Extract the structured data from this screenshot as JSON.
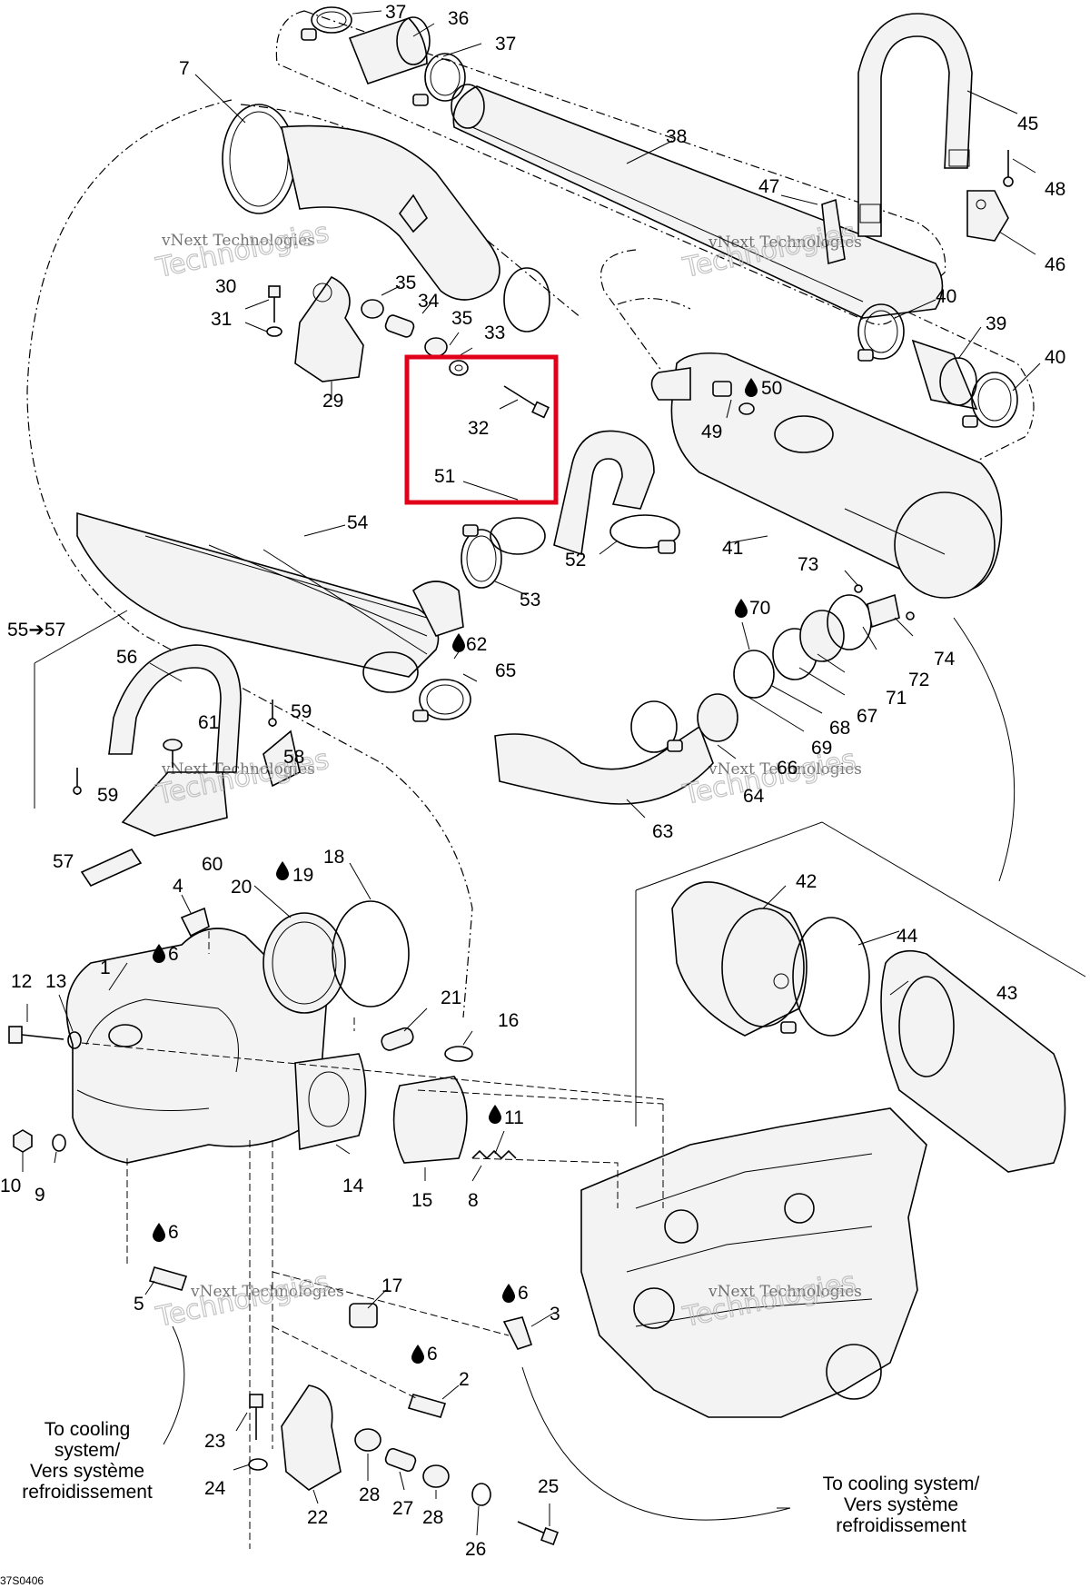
{
  "diagram": {
    "corner_code": "37S0406",
    "watermark_small": "vNext Technologies",
    "watermark_large": "Technologies",
    "labels": [
      {
        "id": "37a",
        "text": "37"
      },
      {
        "id": "36",
        "text": "36"
      },
      {
        "id": "37b",
        "text": "37"
      },
      {
        "id": "7",
        "text": "7"
      },
      {
        "id": "45",
        "text": "45"
      },
      {
        "id": "38",
        "text": "38"
      },
      {
        "id": "47",
        "text": "47"
      },
      {
        "id": "48",
        "text": "48"
      },
      {
        "id": "46",
        "text": "46"
      },
      {
        "id": "30",
        "text": "30"
      },
      {
        "id": "35a",
        "text": "35"
      },
      {
        "id": "34",
        "text": "34"
      },
      {
        "id": "35b",
        "text": "35"
      },
      {
        "id": "33",
        "text": "33"
      },
      {
        "id": "31",
        "text": "31"
      },
      {
        "id": "29",
        "text": "29"
      },
      {
        "id": "40a",
        "text": "40"
      },
      {
        "id": "39",
        "text": "39"
      },
      {
        "id": "40b",
        "text": "40"
      },
      {
        "id": "50",
        "text": "50"
      },
      {
        "id": "49",
        "text": "49"
      },
      {
        "id": "32",
        "text": "32"
      },
      {
        "id": "51",
        "text": "51"
      },
      {
        "id": "54",
        "text": "54"
      },
      {
        "id": "41",
        "text": "41"
      },
      {
        "id": "52",
        "text": "52"
      },
      {
        "id": "73",
        "text": "73"
      },
      {
        "id": "53",
        "text": "53"
      },
      {
        "id": "55-57",
        "text": "55➔57"
      },
      {
        "id": "70",
        "text": "70"
      },
      {
        "id": "74",
        "text": "74"
      },
      {
        "id": "62",
        "text": "62"
      },
      {
        "id": "72",
        "text": "72"
      },
      {
        "id": "56",
        "text": "56"
      },
      {
        "id": "65",
        "text": "65"
      },
      {
        "id": "71",
        "text": "71"
      },
      {
        "id": "67",
        "text": "67"
      },
      {
        "id": "59a",
        "text": "59"
      },
      {
        "id": "68",
        "text": "68"
      },
      {
        "id": "61",
        "text": "61"
      },
      {
        "id": "69",
        "text": "69"
      },
      {
        "id": "58",
        "text": "58"
      },
      {
        "id": "66",
        "text": "66"
      },
      {
        "id": "64",
        "text": "64"
      },
      {
        "id": "59b",
        "text": "59"
      },
      {
        "id": "63",
        "text": "63"
      },
      {
        "id": "57",
        "text": "57"
      },
      {
        "id": "60",
        "text": "60"
      },
      {
        "id": "18",
        "text": "18"
      },
      {
        "id": "19",
        "text": "19"
      },
      {
        "id": "42",
        "text": "42"
      },
      {
        "id": "4",
        "text": "4"
      },
      {
        "id": "20",
        "text": "20"
      },
      {
        "id": "44",
        "text": "44"
      },
      {
        "id": "6a",
        "text": "6"
      },
      {
        "id": "43",
        "text": "43"
      },
      {
        "id": "12",
        "text": "12"
      },
      {
        "id": "13",
        "text": "13"
      },
      {
        "id": "1",
        "text": "1"
      },
      {
        "id": "21",
        "text": "21"
      },
      {
        "id": "16",
        "text": "16"
      },
      {
        "id": "11",
        "text": "11"
      },
      {
        "id": "10",
        "text": "10"
      },
      {
        "id": "9",
        "text": "9"
      },
      {
        "id": "14",
        "text": "14"
      },
      {
        "id": "15",
        "text": "15"
      },
      {
        "id": "8",
        "text": "8"
      },
      {
        "id": "6b",
        "text": "6"
      },
      {
        "id": "17",
        "text": "17"
      },
      {
        "id": "6c",
        "text": "6"
      },
      {
        "id": "5",
        "text": "5"
      },
      {
        "id": "3",
        "text": "3"
      },
      {
        "id": "6d",
        "text": "6"
      },
      {
        "id": "2",
        "text": "2"
      },
      {
        "id": "23",
        "text": "23"
      },
      {
        "id": "24",
        "text": "24"
      },
      {
        "id": "28a",
        "text": "28"
      },
      {
        "id": "25",
        "text": "25"
      },
      {
        "id": "27",
        "text": "27"
      },
      {
        "id": "22",
        "text": "22"
      },
      {
        "id": "28b",
        "text": "28"
      },
      {
        "id": "26",
        "text": "26"
      }
    ],
    "notes": {
      "left": [
        "To cooling",
        "system/",
        "Vers système",
        "refroidissement"
      ],
      "right": [
        "To cooling system/",
        "Vers système",
        "refroidissement"
      ]
    },
    "highlight_color": "#e1001a"
  }
}
